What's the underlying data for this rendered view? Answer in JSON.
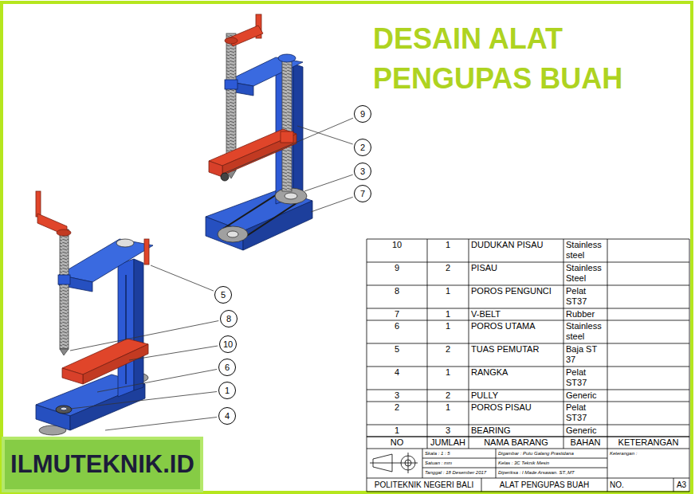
{
  "diagram": {
    "title": "DESAIN ALAT PENGUPAS BUAH",
    "nodes": [
      {
        "text": [
          "9"
        ]
      },
      {
        "text": [
          "2"
        ]
      },
      {
        "text": [
          "3"
        ]
      },
      {
        "text": [
          "7"
        ]
      },
      {
        "text": [
          "5"
        ]
      },
      {
        "text": [
          "8"
        ]
      },
      {
        "text": [
          "10"
        ]
      },
      {
        "text": [
          "6"
        ]
      },
      {
        "text": [
          "1"
        ]
      },
      {
        "text": [
          "4"
        ]
      }
    ],
    "labels": [
      "10",
      "1",
      "DUDUKAN PISAU",
      "Stainless steel",
      "9",
      "2",
      "PISAU",
      "Stainless Steel",
      "8",
      "1",
      "POROS PENGUNCI",
      "Pelat ST37",
      "7",
      "1",
      "V-BELT",
      "Rubber",
      "6",
      "1",
      "POROS UTAMA",
      "Stainless steel",
      "5",
      "2",
      "TUAS PEMUTAR",
      "Baja ST 37",
      "4",
      "1",
      "RANGKA",
      "Pelat ST37",
      "3",
      "2",
      "PULLY",
      "Generic",
      "2",
      "1",
      "POROS PISAU",
      "Pelat ST37",
      "1",
      "3",
      "BEARING",
      "Generic",
      "NO",
      "JUMLAH",
      "NAMA BARANG",
      "BAHAN",
      "KETERANGAN",
      "Skala : 1 : 5",
      "Satuan : mm",
      "Tanggal : 18 Desember 2017",
      "Digambar : Putu Galang Prastidana",
      "Kelas : 3C Teknik Mesin",
      "Diperiksa : I Made Arsawan. ST.,MT",
      "Keterangan :",
      "POLITEKNIK NEGERI BALI",
      "ALAT PENGUPAS BUAH",
      "NO.",
      "A3",
      "ILMUTEKNIK.ID"
    ]
  }
}
